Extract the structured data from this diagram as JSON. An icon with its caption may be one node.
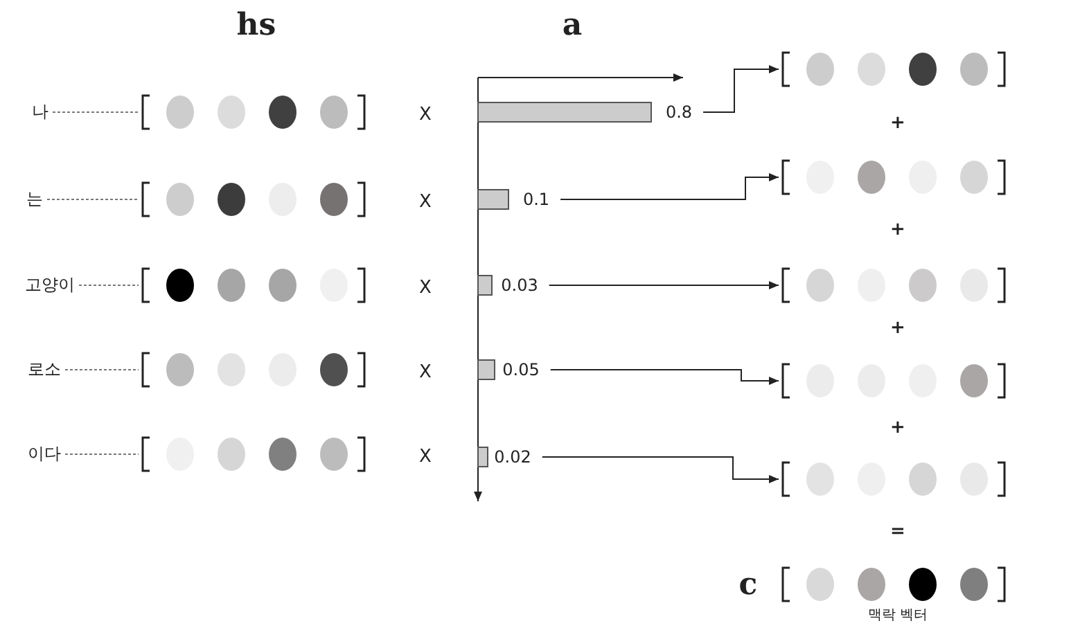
{
  "diagram": {
    "nodes": [
      {
        "text": [
          "나"
        ]
      },
      {
        "text": [
          "는"
        ]
      },
      {
        "text": [
          "고양이"
        ]
      },
      {
        "text": [
          "로소"
        ]
      },
      {
        "text": [
          "이다"
        ]
      },
      {
        "text": [],
        "shape": "vector"
      },
      {
        "text": [],
        "shape": "vector"
      },
      {
        "text": [],
        "shape": "vector"
      },
      {
        "text": [],
        "shape": "vector"
      },
      {
        "text": [],
        "shape": "vector"
      },
      {
        "text": [
          "0.8"
        ]
      },
      {
        "text": [
          "0.1"
        ]
      },
      {
        "text": [
          "0.03"
        ]
      },
      {
        "text": [
          "0.05"
        ]
      },
      {
        "text": [
          "0.02"
        ]
      },
      {
        "text": [],
        "shape": "vector"
      },
      {
        "text": [],
        "shape": "vector"
      },
      {
        "text": [],
        "shape": "vector"
      },
      {
        "text": [],
        "shape": "vector"
      },
      {
        "text": [],
        "shape": "vector"
      },
      {
        "text": [],
        "shape": "vector",
        "beside": [
          "c",
          "맥락 벡터"
        ]
      }
    ],
    "edges": [
      {
        "from": 0,
        "to": 5,
        "arrow": "none",
        "style": "dashed"
      },
      {
        "from": 1,
        "to": 6,
        "arrow": "none",
        "style": "dashed"
      },
      {
        "from": 2,
        "to": 7,
        "arrow": "none",
        "style": "dashed"
      },
      {
        "from": 3,
        "to": 8,
        "arrow": "none",
        "style": "dashed"
      },
      {
        "from": 4,
        "to": 9,
        "arrow": "none",
        "style": "dashed"
      },
      {
        "from": 10,
        "to": 15,
        "arrow": "to"
      },
      {
        "from": 11,
        "to": 16,
        "arrow": "to"
      },
      {
        "from": 12,
        "to": 17,
        "arrow": "to"
      },
      {
        "from": 13,
        "to": 18,
        "arrow": "to"
      },
      {
        "from": 14,
        "to": 19,
        "arrow": "to"
      }
    ],
    "labels": [
      "hs",
      "a",
      "X",
      "X",
      "X",
      "X",
      "X",
      "+",
      "+",
      "+",
      "+",
      "="
    ]
  }
}
